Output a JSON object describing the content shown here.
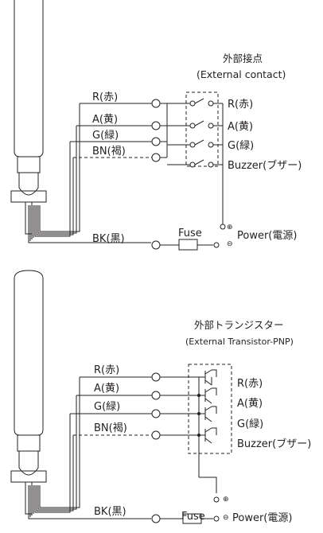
{
  "diagram_top": {
    "title_jp": "外部接点",
    "title_en": "(External contact)",
    "wire_labels": [
      "R(赤)",
      "A(黄)",
      "G(緑)",
      "BN(褐)",
      "BK(黒)"
    ],
    "output_labels": [
      "R(赤)",
      "A(黄)",
      "G(緑)",
      "Buzzer(ブザー)"
    ],
    "fuse_label": "Fuse",
    "power_label": "Power(電源)",
    "plus_symbol": "⊕",
    "minus_symbol": "⊖"
  },
  "diagram_bottom": {
    "title_jp": "外部トランジスター",
    "title_en": "(External Transistor-PNP)",
    "wire_labels": [
      "R(赤)",
      "A(黄)",
      "G(緑)",
      "BN(褐)",
      "BK(黒)"
    ],
    "output_labels": [
      "R(赤)",
      "A(黄)",
      "G(緑)",
      "Buzzer(ブザー)"
    ],
    "fuse_label": "Fuse",
    "power_label": "Power(電源)",
    "plus_symbol": "⊕",
    "minus_symbol": "⊖"
  }
}
